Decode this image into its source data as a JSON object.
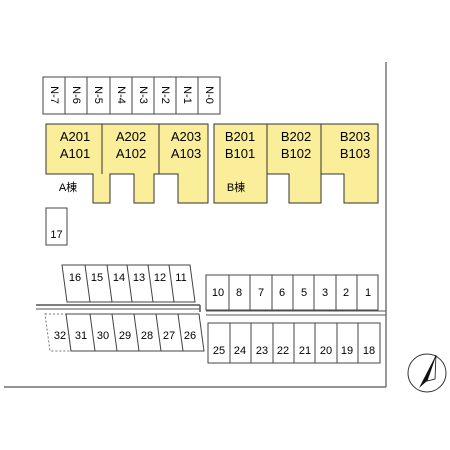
{
  "building_a": {
    "label": "A棟",
    "units": [
      {
        "upper": "A201",
        "lower": "A101"
      },
      {
        "upper": "A202",
        "lower": "A102"
      },
      {
        "upper": "A203",
        "lower": "A103"
      }
    ]
  },
  "building_b": {
    "label": "B棟",
    "units": [
      {
        "upper": "B201",
        "lower": "B101"
      },
      {
        "upper": "B202",
        "lower": "B102"
      },
      {
        "upper": "B203",
        "lower": "B103"
      }
    ]
  },
  "bike_slots": [
    "N-7",
    "N-6",
    "N-5",
    "N-4",
    "N-3",
    "N-2",
    "N-1",
    "N-0"
  ],
  "slot_17": "17",
  "parking_upper_left": [
    "16",
    "15",
    "14",
    "13",
    "12",
    "11"
  ],
  "parking_lower_left": [
    "32",
    "31",
    "30",
    "29",
    "28",
    "27",
    "26"
  ],
  "parking_upper_right": [
    "10",
    "8",
    "7",
    "6",
    "5",
    "3",
    "2",
    "1"
  ],
  "parking_lower_right": [
    "25",
    "24",
    "23",
    "22",
    "21",
    "20",
    "19",
    "18"
  ],
  "colors": {
    "building": "#fbee9b",
    "outline": "#333333",
    "line": "#555555"
  },
  "compass": "north-arrow-icon"
}
